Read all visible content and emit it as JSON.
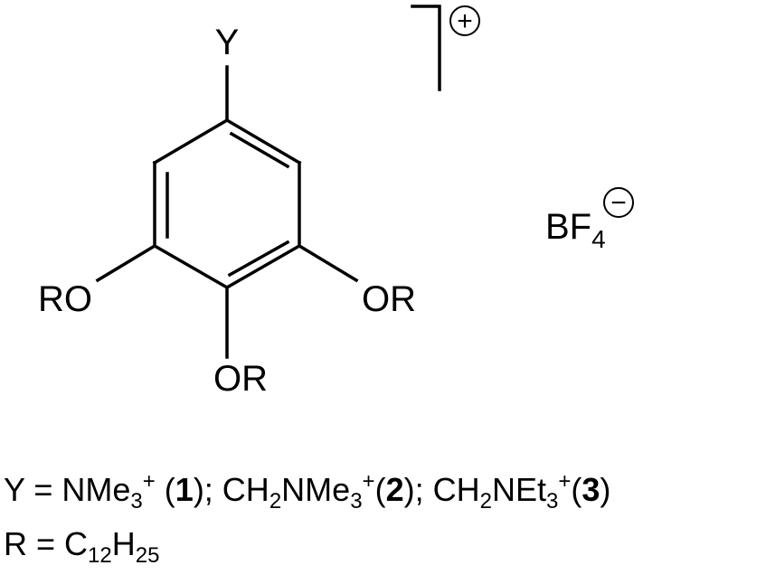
{
  "structure": {
    "substituent_y": "Y",
    "substituent_or_left": "RO",
    "substituent_or_right": "OR",
    "substituent_or_bottom": "OR",
    "cation_charge": "+",
    "counterion_main": "BF",
    "counterion_subscript": "4",
    "counterion_charge": "−"
  },
  "legend": {
    "y_definition": {
      "prefix": "Y = NMe",
      "sub1": "3",
      "sup1": "+",
      "open1": " (",
      "num1": "1",
      "close1": "); CH",
      "sub2": "2",
      "mid2": "NMe",
      "sub3": "3",
      "sup2": "+",
      "open2": "(",
      "num2": "2",
      "close2": "); CH",
      "sub4": "2",
      "mid3": "NEt",
      "sub5": "3",
      "sup3": "+",
      "open3": "(",
      "num3": "3",
      "close3": ")"
    },
    "r_definition": {
      "prefix": "R = C",
      "sub1": "12",
      "mid": "H",
      "sub2": "25"
    }
  }
}
